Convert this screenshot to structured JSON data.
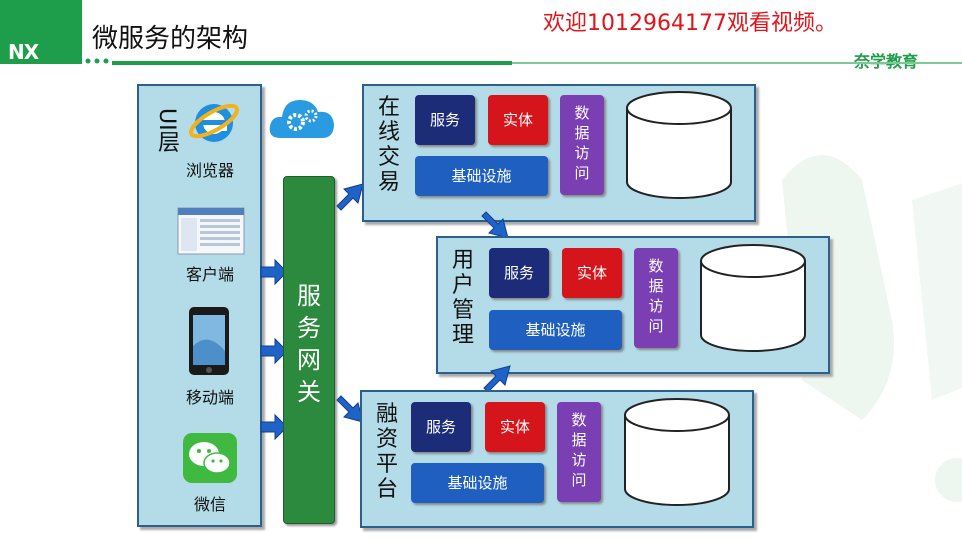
{
  "header": {
    "logo_text": "NX",
    "title": "微服务的架构",
    "watermark": "欢迎1012964177观看视频。",
    "brand": "奈学教育"
  },
  "ui_layer": {
    "label": "UI层",
    "clients": [
      {
        "label": "浏览器",
        "icon": "browser-ie-icon"
      },
      {
        "label": "客户端",
        "icon": "desktop-client-icon"
      },
      {
        "label": "移动端",
        "icon": "mobile-phone-icon"
      },
      {
        "label": "微信",
        "icon": "wechat-icon"
      }
    ]
  },
  "gateway": {
    "label": "服务网关"
  },
  "services": [
    {
      "name": "在线交易",
      "service": "服务",
      "entity": "实体",
      "data_access": "数据访问",
      "infra": "基础设施"
    },
    {
      "name": "用户管理",
      "service": "服务",
      "entity": "实体",
      "data_access": "数据访问",
      "infra": "基础设施"
    },
    {
      "name": "融资平台",
      "service": "服务",
      "entity": "实体",
      "data_access": "数据访问",
      "infra": "基础设施"
    }
  ],
  "colors": {
    "brand_green": "#1e9e4a",
    "panel_blue": "#b3dbe8",
    "gateway_green": "#2b8a3e",
    "service_navy": "#1c2c78",
    "entity_red": "#d5141c",
    "data_purple": "#7a3fb2",
    "infra_blue": "#1e5fbf",
    "watermark_red": "#e1141b"
  }
}
